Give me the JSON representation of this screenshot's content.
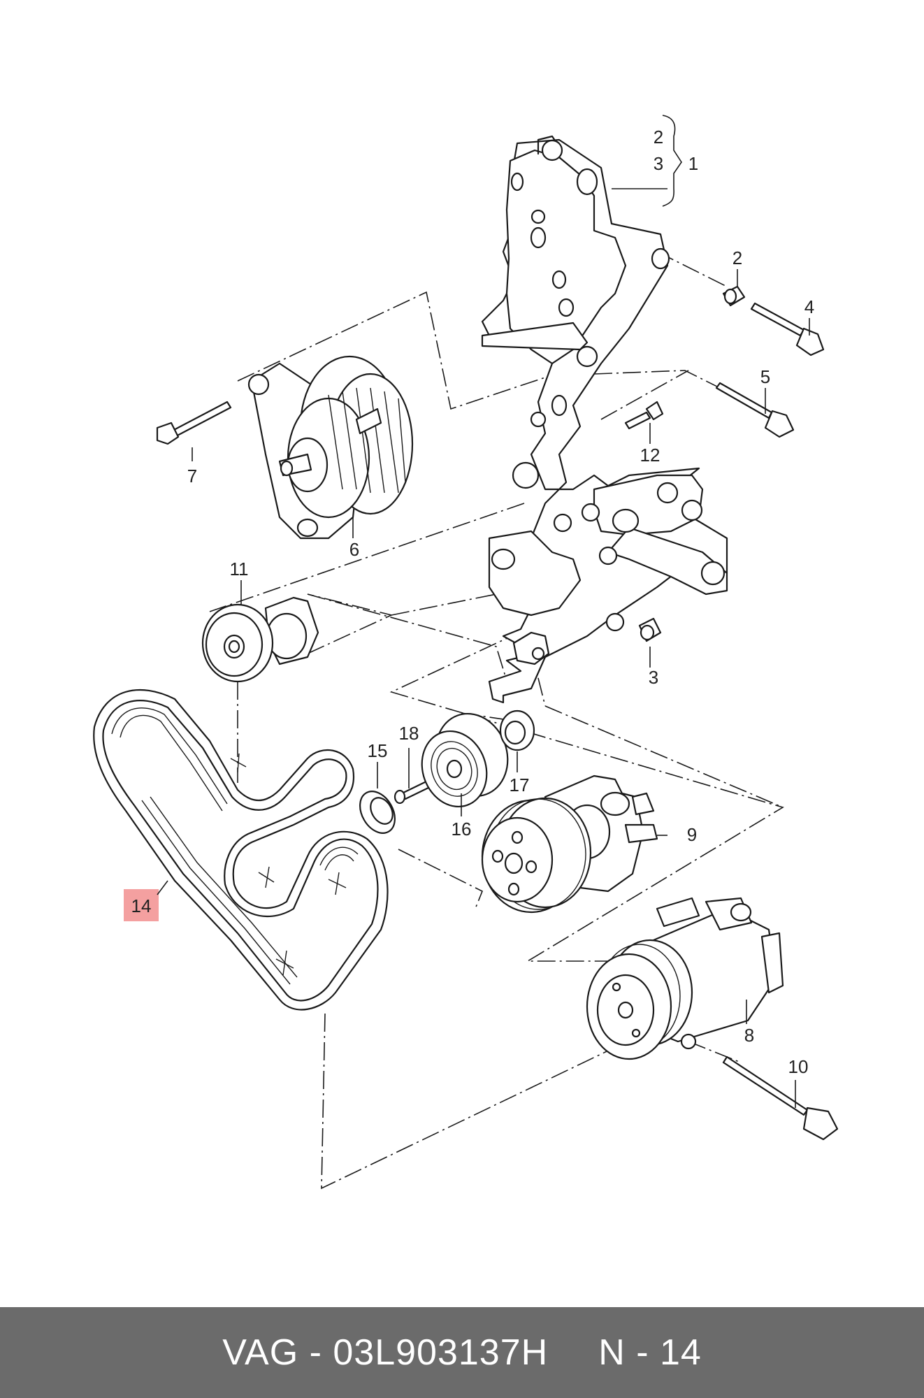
{
  "callouts": {
    "c1": "1",
    "c2a": "2",
    "c3a": "3",
    "c2b": "2",
    "c3b": "3",
    "c4": "4",
    "c5": "5",
    "c6": "6",
    "c7": "7",
    "c8": "8",
    "c9": "9",
    "c10": "10",
    "c11": "11",
    "c12": "12",
    "c14": "14",
    "c15": "15",
    "c16": "16",
    "c17": "17",
    "c18": "18"
  },
  "highlight_color": "#f4a0a0",
  "footer": {
    "brand_part": "VAG - 03L903137H",
    "position": "N - 14",
    "background": "#6b6b6b"
  }
}
